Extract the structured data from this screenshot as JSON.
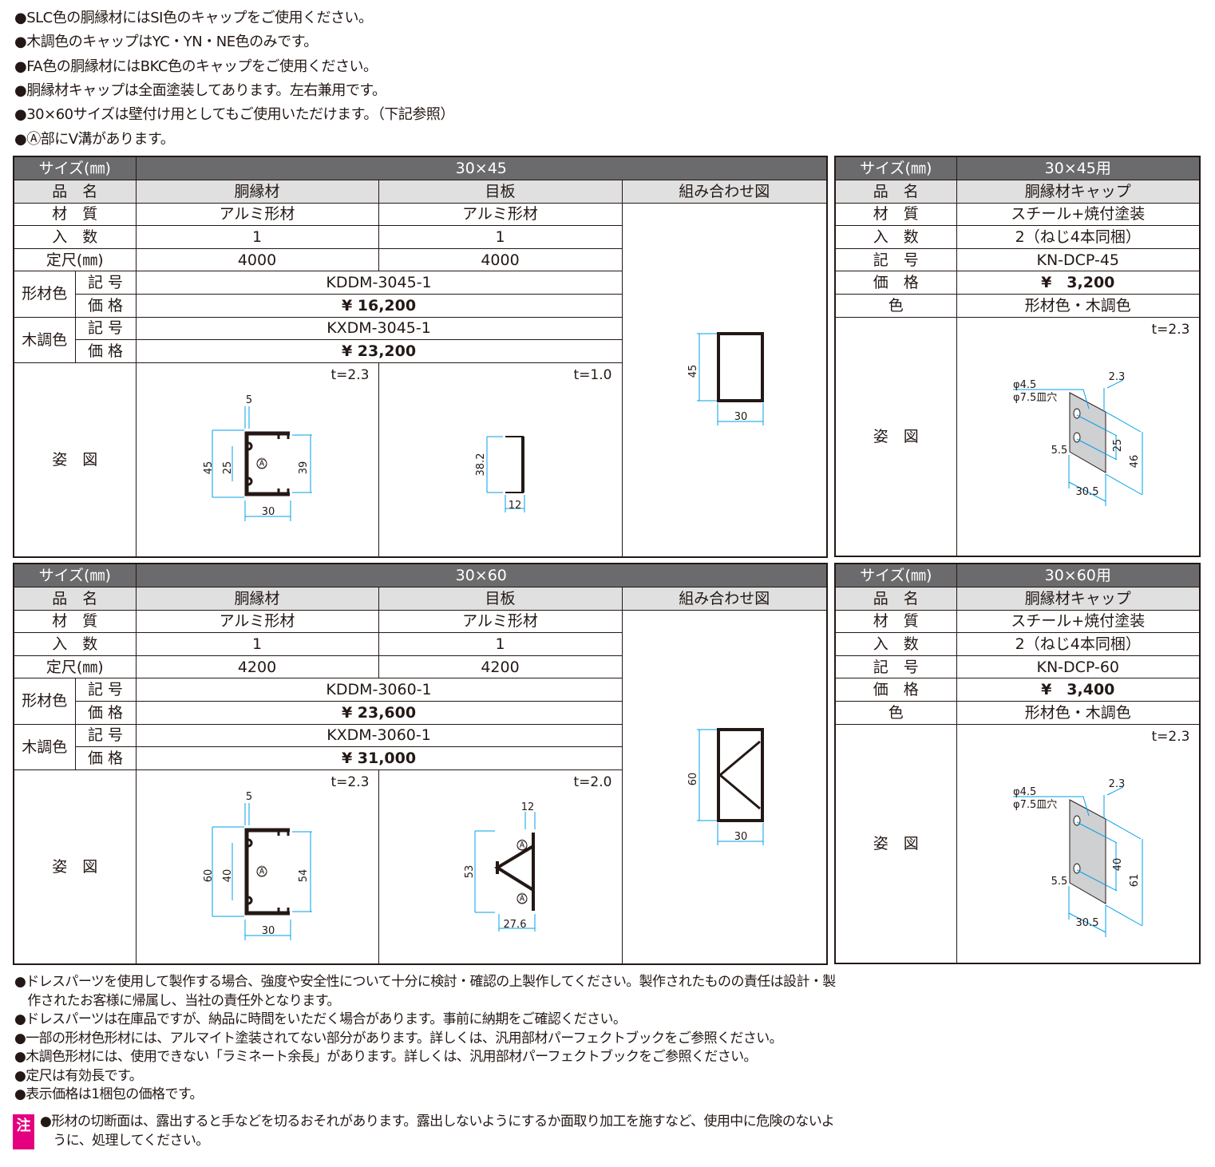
{
  "top_notes": [
    "●SLC色の胴縁材にはSI色のキャップをご使用ください。",
    "●木調色のキャップはYC・YN・NE色のみです。",
    "●FA色の胴縁材にはBKC色のキャップをご使用ください。",
    "●胴縁材キャップは全面塗装してあります。左右兼用です。",
    "●30×60サイズは壁付け用としてもご使用いただけます。（下記参照）",
    "●Ⓐ部にV溝があります。"
  ],
  "sections": [
    {
      "size_label": "サイズ(㎜)",
      "size": "30×45",
      "name_label": "品　名",
      "body": "胴縁材",
      "cover": "目板",
      "combo": "組み合わせ図",
      "material_label": "材　質",
      "material_body": "アルミ形材",
      "material_cover": "アルミ形材",
      "qty_label": "入　数",
      "qty_body": "1",
      "qty_cover": "1",
      "length_label": "定尺(㎜)",
      "length_body": "4000",
      "length_cover": "4000",
      "color1": "形材色",
      "color2": "木調色",
      "code_label": "記 号",
      "price_label": "価 格",
      "code1": "KDDM-3045-1",
      "price1": "¥ 16,200",
      "code2": "KXDM-3045-1",
      "price2": "¥ 23,200",
      "figure_label": "姿　図",
      "t_body": "t=2.3",
      "t_cover": "t=1.0",
      "dims_body": {
        "lip": "5",
        "h": "45",
        "inner": "25",
        "h2": "39",
        "w": "30",
        "mark": "Ⓐ"
      },
      "dims_cover": {
        "h": "38.2",
        "w": "12"
      },
      "dims_combo": {
        "h": "45",
        "w": "30"
      },
      "cap": {
        "size": "30×45用",
        "name": "胴縁材キャップ",
        "material": "スチール+焼付塗装",
        "qty": "2（ねじ4本同梱）",
        "code_label": "記　号",
        "price_label": "価　格",
        "color_label": "色",
        "code": "KN-DCP-45",
        "price": "¥　3,200",
        "color": "形材色・木調色",
        "t": "t=2.3",
        "hole1": "φ4.5",
        "hole2": "φ7.5皿穴",
        "thick": "2.3",
        "pitch": "25",
        "h": "46",
        "edge": "5.5",
        "w": "30.5"
      }
    },
    {
      "size_label": "サイズ(㎜)",
      "size": "30×60",
      "name_label": "品　名",
      "body": "胴縁材",
      "cover": "目板",
      "combo": "組み合わせ図",
      "material_label": "材　質",
      "material_body": "アルミ形材",
      "material_cover": "アルミ形材",
      "qty_label": "入　数",
      "qty_body": "1",
      "qty_cover": "1",
      "length_label": "定尺(㎜)",
      "length_body": "4200",
      "length_cover": "4200",
      "color1": "形材色",
      "color2": "木調色",
      "code_label": "記 号",
      "price_label": "価 格",
      "code1": "KDDM-3060-1",
      "price1": "¥ 23,600",
      "code2": "KXDM-3060-1",
      "price2": "¥ 31,000",
      "figure_label": "姿　図",
      "t_body": "t=2.3",
      "t_cover": "t=2.0",
      "dims_body": {
        "lip": "5",
        "h": "60",
        "inner": "40",
        "h2": "54",
        "w": "30",
        "mark": "Ⓐ"
      },
      "dims_cover": {
        "h": "53",
        "w": "27.6",
        "top": "12",
        "mark": "Ⓐ"
      },
      "dims_combo": {
        "h": "60",
        "w": "30"
      },
      "cap": {
        "size": "30×60用",
        "name": "胴縁材キャップ",
        "material": "スチール+焼付塗装",
        "qty": "2（ねじ4本同梱）",
        "code_label": "記　号",
        "price_label": "価　格",
        "color_label": "色",
        "code": "KN-DCP-60",
        "price": "¥　3,400",
        "color": "形材色・木調色",
        "t": "t=2.3",
        "hole1": "φ4.5",
        "hole2": "φ7.5皿穴",
        "thick": "2.3",
        "pitch": "40",
        "h": "61",
        "edge": "5.5",
        "w": "30.5"
      }
    }
  ],
  "bottom_notes": [
    "●ドレスパーツを使用して製作する場合、強度や安全性について十分に検討・確認の上製作してください。製作されたものの責任は設計・製",
    "　作されたお客様に帰属し、当社の責任外となります。",
    "●ドレスパーツは在庫品ですが、納品に時間をいただく場合があります。事前に納期をご確認ください。",
    "●一部の形材色形材には、アルマイト塗装されてない部分があります。詳しくは、汎用部材パーフェクトブックをご参照ください。",
    "●木調色形材には、使用できない「ラミネート余長」があります。詳しくは、汎用部材パーフェクトブックをご参照ください。",
    "●定尺は有効長です。",
    "●表示価格は1梱包の価格です。"
  ],
  "warning": {
    "badge": "注",
    "lines": [
      "●形材の切断面は、露出すると手などを切るおそれがあります。露出しないようにするか面取り加工を施すなど、使用中に危険のないよ",
      "　うに、処理してください。"
    ]
  },
  "colors": {
    "header": "#6b6b6d",
    "subheader": "#e0e0e0",
    "dimension": "#00a0e9",
    "warning": "#e4007f"
  }
}
